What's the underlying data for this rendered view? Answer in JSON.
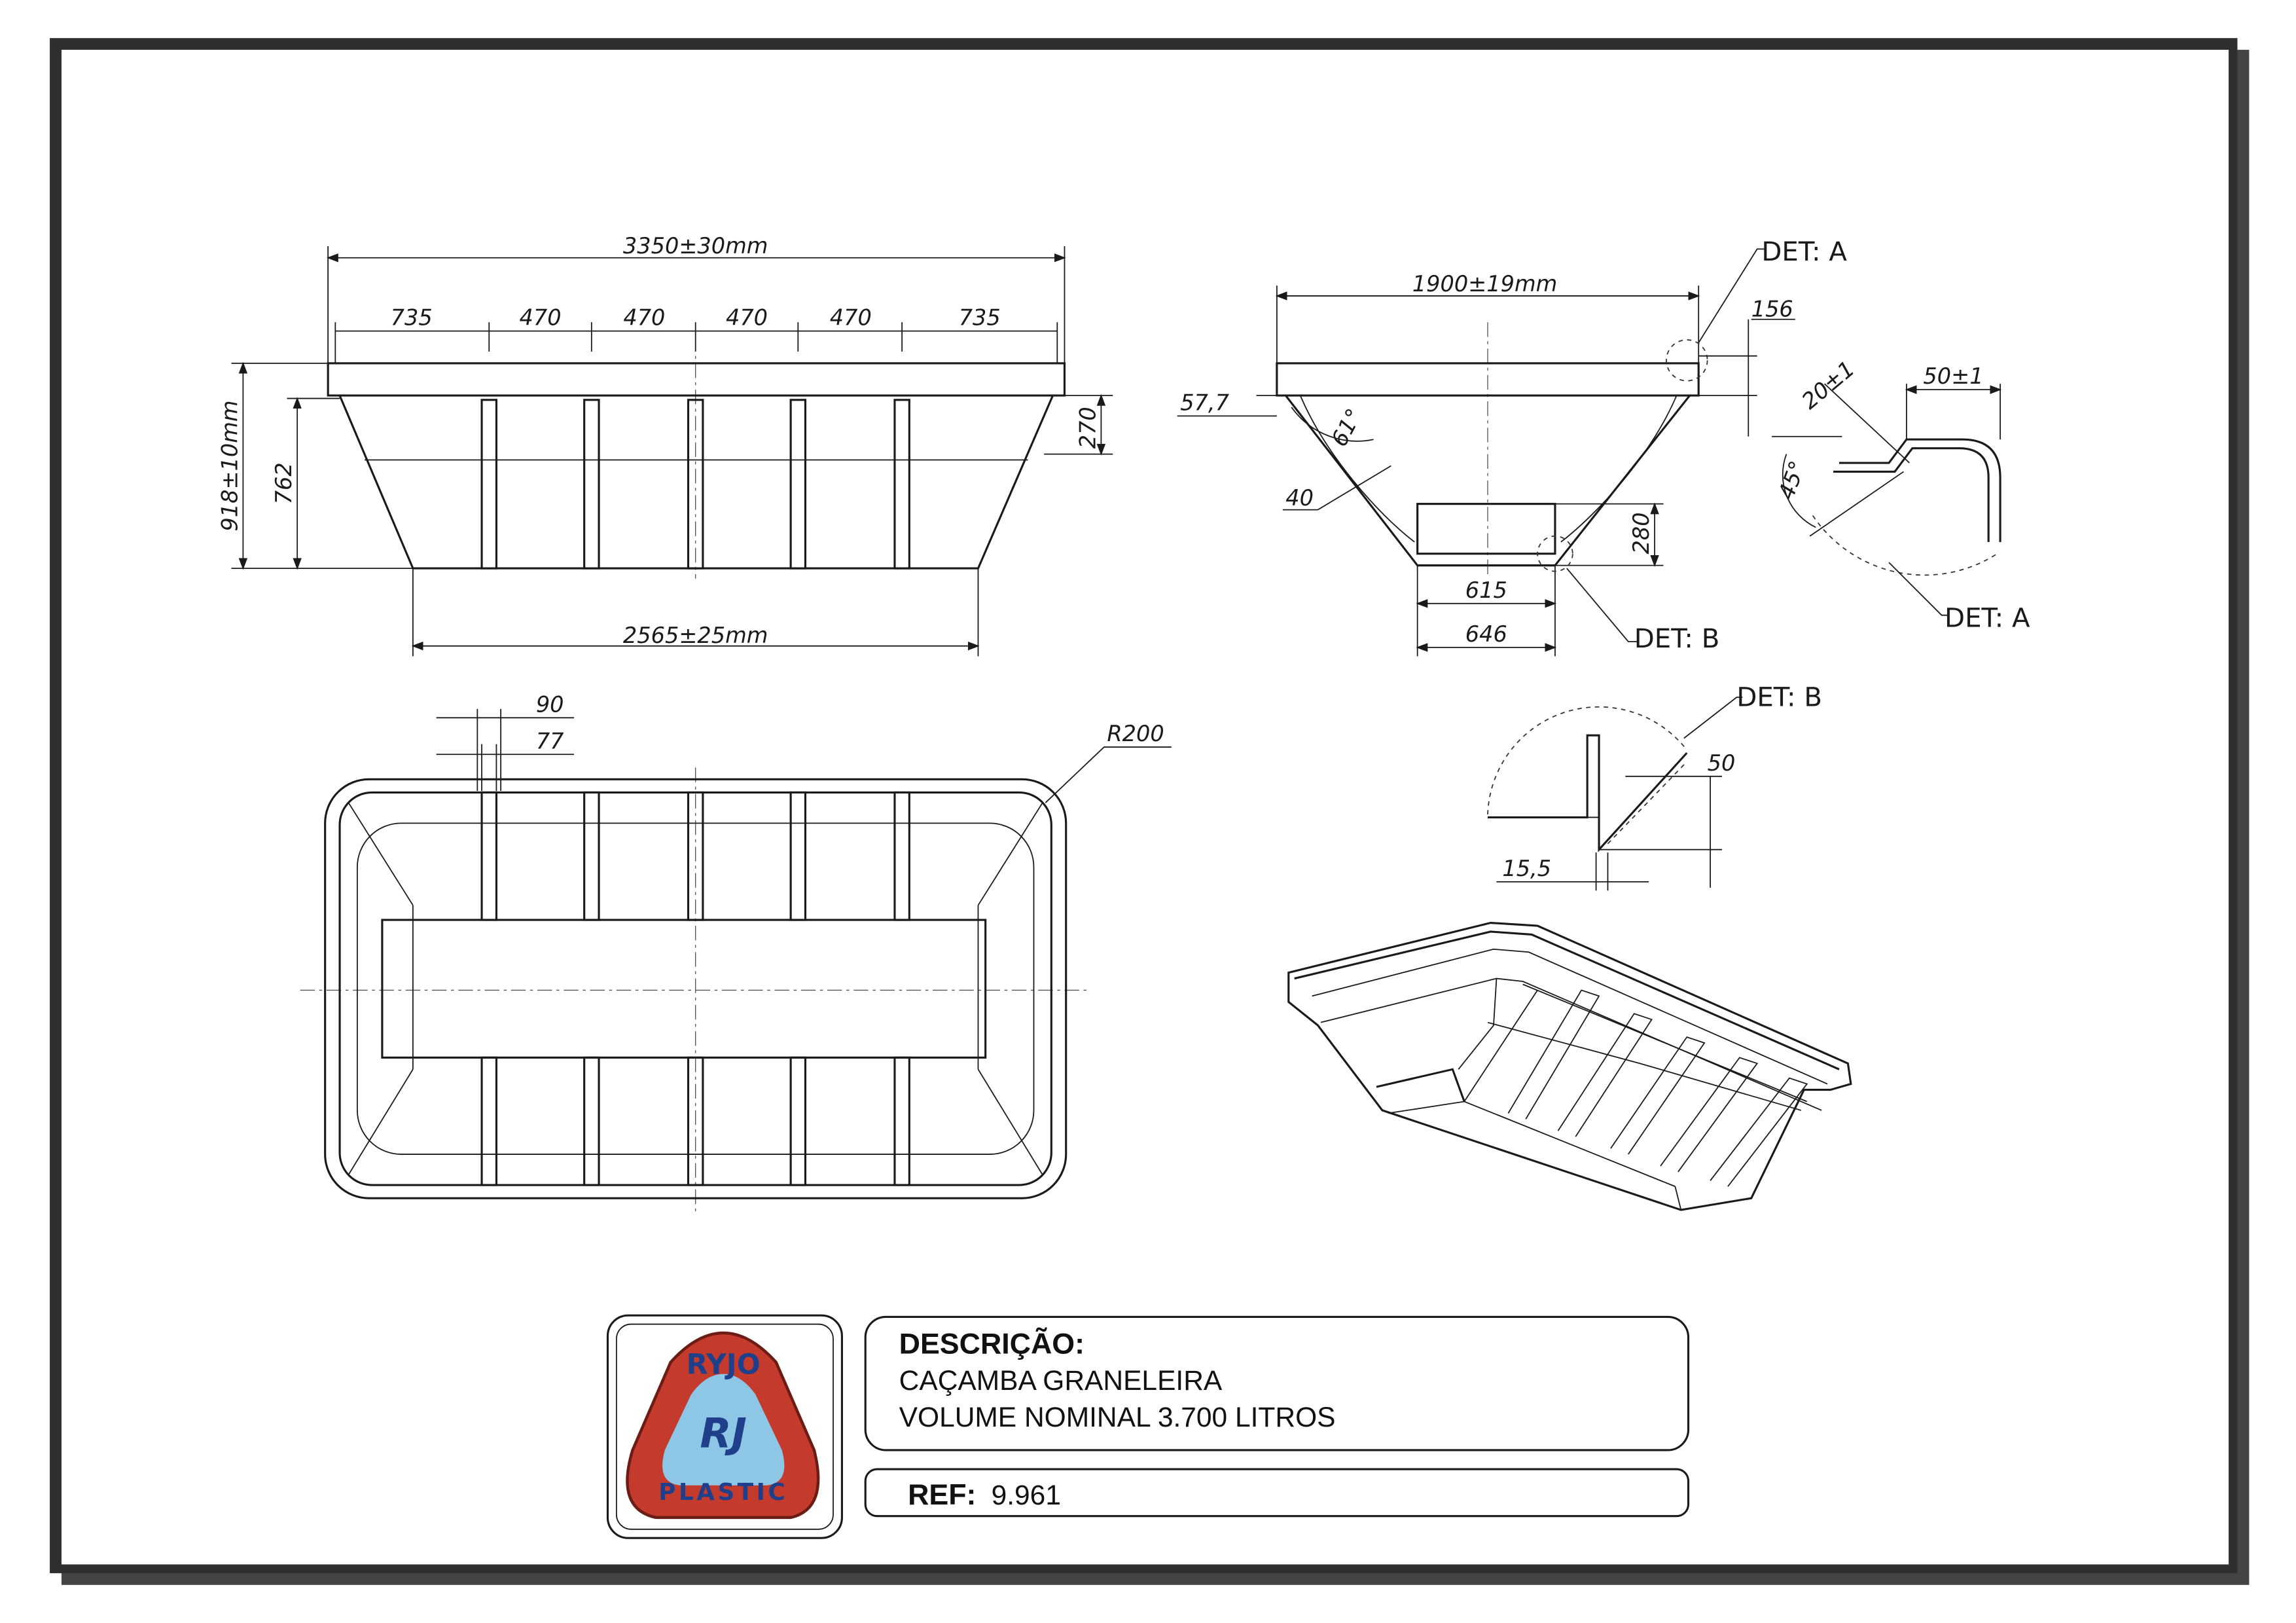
{
  "front_view": {
    "overall_width": "3350±30mm",
    "segments": [
      "735",
      "470",
      "470",
      "470",
      "470",
      "735"
    ],
    "total_height": "918±10mm",
    "body_height": "762",
    "rim_height": "270",
    "bottom_width": "2565±25mm"
  },
  "side_view": {
    "overall_width": "1900±19mm",
    "lip_height": "156",
    "dim_57": "57,7",
    "angle": "61°",
    "dim_40": "40",
    "base_height": "280",
    "inner_base": "615",
    "outer_base": "646",
    "detail_a_label": "DET: A",
    "detail_b_label": "DET: B"
  },
  "top_view": {
    "rib_outer": "90",
    "rib_inner": "77",
    "corner_radius": "R200"
  },
  "detail_a": {
    "label": "DET: A",
    "flange_width": "20±1",
    "lip_width": "50±1",
    "angle": "45°"
  },
  "detail_b": {
    "label": "DET: B",
    "height": "50",
    "thickness": "15,5"
  },
  "title_block": {
    "logo_top": "RYJO",
    "logo_mid": "RJ",
    "logo_bottom": "PLASTIC",
    "description_heading": "DESCRIÇÃO:",
    "description_line1": "CAÇAMBA GRANELEIRA",
    "description_line2": "VOLUME NOMINAL 3.700 LITROS",
    "ref_label": "REF:",
    "ref_value": "9.961"
  }
}
